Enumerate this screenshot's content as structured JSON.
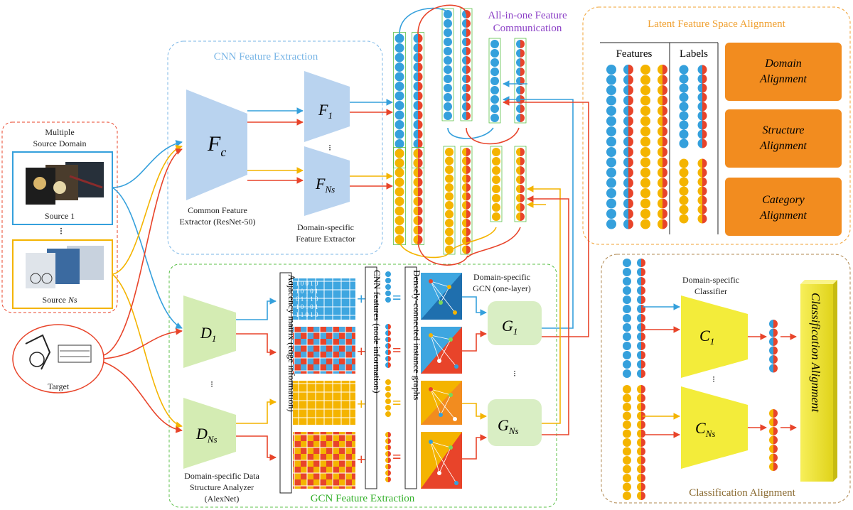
{
  "sources": {
    "title_line1": "Multiple",
    "title_line2": "Source Domain",
    "source1": "Source 1",
    "sourceNs_prefix": "Source ",
    "sourceNs_sub": "Ns",
    "vdots": "⁝",
    "target": "Target"
  },
  "cnn": {
    "title": "CNN Feature Extraction",
    "common_symbol": "F",
    "common_sub": "c",
    "common_label1": "Common Feature",
    "common_label2": "Extractor (ResNet-50)",
    "f1_symbol": "F",
    "f1_sub": "1",
    "fns_symbol": "F",
    "fns_sub": "Ns",
    "specific_label1": "Domain-specific",
    "specific_label2": "Feature Extractor",
    "vdots": "⁝"
  },
  "comm": {
    "title1": "All-in-one Feature",
    "title2": "Communication"
  },
  "gcn": {
    "title": "GCN Feature Extraction",
    "d1_symbol": "D",
    "d1_sub": "1",
    "dns_symbol": "D",
    "dns_sub": "Ns",
    "analyzer1": "Domain-specific Data",
    "analyzer2": "Structure Analyzer",
    "analyzer3": "(AlexNet)",
    "adjacency": "Adjacency matrix (edge information)",
    "cnn_features": "CNN features (node information)",
    "graphs": "Densely-connected instance graphs",
    "gcn_label1": "Domain-specific",
    "gcn_label2": "GCN (one-layer)",
    "g1_symbol": "G",
    "g1_sub": "1",
    "gns_symbol": "G",
    "gns_sub": "Ns",
    "vdots": "⁝",
    "matrix_rows": [
      "1 0 0 1 0",
      "1 0 1 0 1",
      "0 1 1 1 0",
      "1 0 1 0 1",
      "1 1 0 1 0"
    ]
  },
  "latent": {
    "title": "Latent Feature Space Alignment",
    "features": "Features",
    "labels": "Labels",
    "domain1": "Domain",
    "domain2": "Alignment",
    "structure1": "Structure",
    "structure2": "Alignment",
    "category1": "Category",
    "category2": "Alignment"
  },
  "classification": {
    "title": "Classification Alignment",
    "classifier1": "Domain-specific",
    "classifier2": "Classifier",
    "c1_symbol": "C",
    "c1_sub": "1",
    "cns_symbol": "C",
    "cns_sub": "Ns",
    "vdots": "⁝",
    "bar_label": "Classification Alignment"
  },
  "colors": {
    "blue": "#35a0dc",
    "red": "#e8442a",
    "yellow": "#f4b400",
    "orange": "#f28c1f",
    "cnn_blue": "#b9d3ef",
    "gcn_green": "#d4ecb3",
    "classifier_yellow": "#f3ec3a",
    "title_blue": "#7ab6e6",
    "title_purple": "#8b3fc6",
    "title_orange": "#f0a030",
    "title_green": "#33b02a"
  }
}
